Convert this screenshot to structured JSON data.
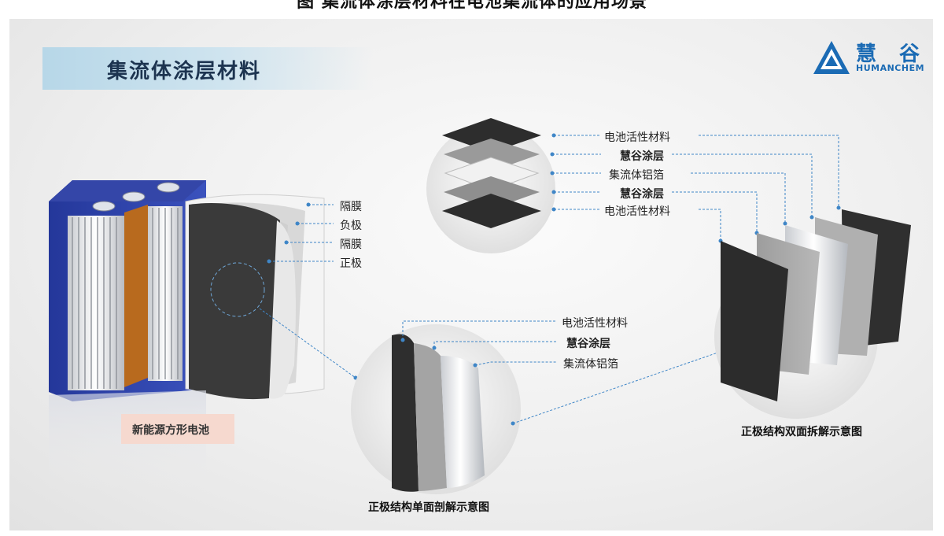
{
  "header": {
    "caption": "图 集流体涂层材料在电池集流体的应用场景"
  },
  "slide": {
    "title": "集流体涂层材料",
    "logo": {
      "cn": "慧 谷",
      "en": "HUMANCHEM"
    }
  },
  "battery": {
    "name": "新能源方形电池",
    "labels": [
      "隔膜",
      "负极",
      "隔膜",
      "正极"
    ]
  },
  "top_stack": {
    "labels": [
      "电池活性材料",
      "慧谷涂层",
      "集流体铝箔",
      "慧谷涂层",
      "电池活性材料"
    ]
  },
  "single_side": {
    "labels": [
      "电池活性材料",
      "慧谷涂层",
      "集流体铝箔"
    ],
    "caption": "正极结构单面剖解示意图"
  },
  "double_side": {
    "caption": "正极结构双面拆解示意图"
  },
  "colors": {
    "accent": "#1b6bb4",
    "title_band": "#b7d7e8",
    "tag": "#f6d9cf",
    "battery_case": "#2a3f9e",
    "copper": "#b86a1e"
  }
}
